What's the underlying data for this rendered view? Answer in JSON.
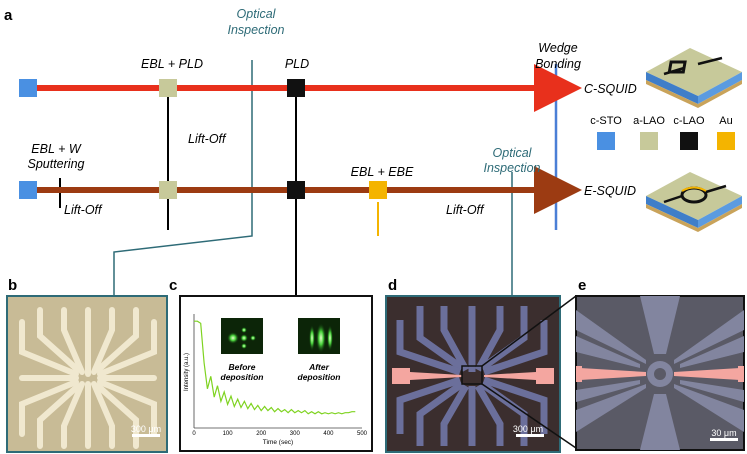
{
  "panels": {
    "a": "a",
    "b": "b",
    "c": "c",
    "d": "d",
    "e": "e"
  },
  "process": {
    "optical_inspection_1": [
      "Optical",
      "Inspection"
    ],
    "ebl_pld": "EBL + PLD",
    "pld": "PLD",
    "wedge_bonding": [
      "Wedge",
      "Bonding"
    ],
    "c_squid": "C-SQUID",
    "lift_off_1": "Lift-Off",
    "ebl_w_sputtering": [
      "EBL + W",
      "Sputtering"
    ],
    "lift_off_2": "Lift-Off",
    "ebl_ebe": "EBL + EBE",
    "optical_inspection_2": [
      "Optical",
      "Inspection"
    ],
    "lift_off_3": "Lift-Off",
    "e_squid": "E-SQUID"
  },
  "legend": [
    {
      "label": "c-STO",
      "color": "#4a90e2"
    },
    {
      "label": "a-LAO",
      "color": "#c7c99a"
    },
    {
      "label": "c-LAO",
      "color": "#111111"
    },
    {
      "label": "Au",
      "color": "#f4b400"
    }
  ],
  "colors": {
    "c_line": "#e8301c",
    "e_line": "#9c3b12",
    "callout": "#2e6b77",
    "wedge": "#4a7fd6"
  },
  "micrographs": {
    "b_scale": "300 μm",
    "d_scale": "300 μm",
    "e_scale": "30 μm"
  },
  "rheed": {
    "before": [
      "Before",
      "deposition"
    ],
    "after": [
      "After",
      "deposition"
    ],
    "ylabel": "Intensity (a.u.)",
    "xlabel": "Time (sec)",
    "xticks": [
      "0",
      "100",
      "200",
      "300",
      "400",
      "500"
    ]
  },
  "chart_data": {
    "type": "line",
    "title": "",
    "xlabel": "Time (sec)",
    "ylabel": "Intensity (a.u.)",
    "xlim": [
      0,
      500
    ],
    "series": [
      {
        "x": [
          0,
          10,
          20,
          30,
          40,
          50,
          60,
          70,
          80,
          90,
          100,
          110,
          120,
          130,
          140,
          150,
          160,
          170,
          180,
          190,
          200,
          210,
          220,
          230,
          240,
          250,
          260,
          270,
          280,
          290,
          300,
          310,
          320,
          330,
          340,
          350,
          360,
          370,
          380,
          390,
          400,
          410,
          420,
          430,
          440,
          450,
          460,
          470,
          480
        ],
        "y": [
          0.95,
          0.95,
          0.93,
          0.55,
          0.3,
          0.42,
          0.22,
          0.33,
          0.18,
          0.27,
          0.15,
          0.23,
          0.13,
          0.2,
          0.12,
          0.18,
          0.11,
          0.16,
          0.1,
          0.14,
          0.09,
          0.13,
          0.09,
          0.12,
          0.08,
          0.11,
          0.08,
          0.1,
          0.07,
          0.1,
          0.07,
          0.09,
          0.07,
          0.09,
          0.06,
          0.08,
          0.06,
          0.08,
          0.06,
          0.07,
          0.06,
          0.07,
          0.06,
          0.07,
          0.06,
          0.07,
          0.07,
          0.08,
          0.08
        ]
      }
    ]
  }
}
